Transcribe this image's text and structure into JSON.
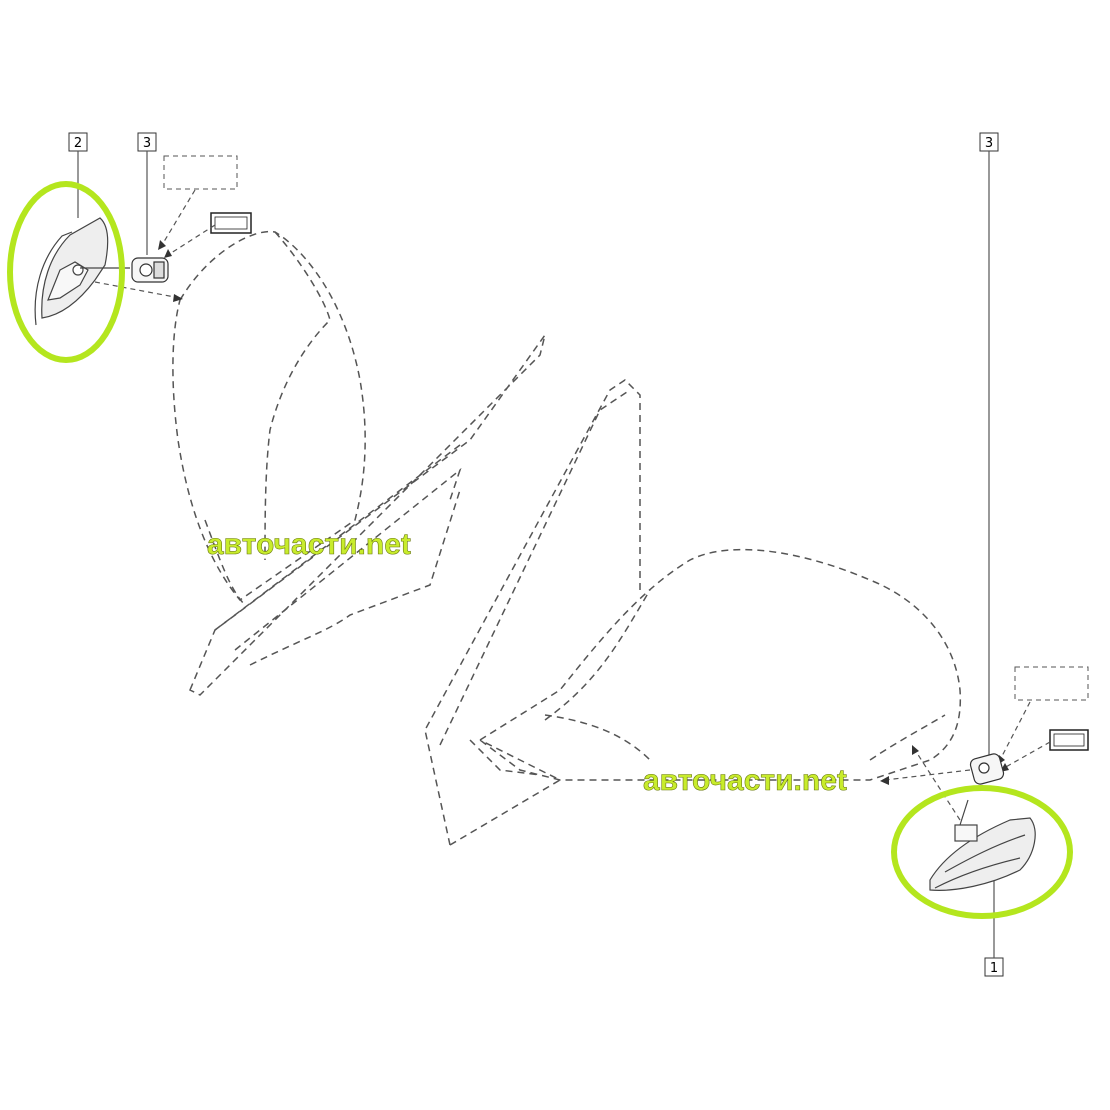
{
  "callouts": {
    "c1": "1",
    "c2": "2",
    "c3_left": "3",
    "c3_right": "3"
  },
  "watermarks": {
    "top": "авточасти.net",
    "bottom": "авточасти.net"
  },
  "colors": {
    "highlight": "#b4e61e",
    "line": "#555555",
    "watermark": "#c8ec2c",
    "background": "#ffffff"
  }
}
